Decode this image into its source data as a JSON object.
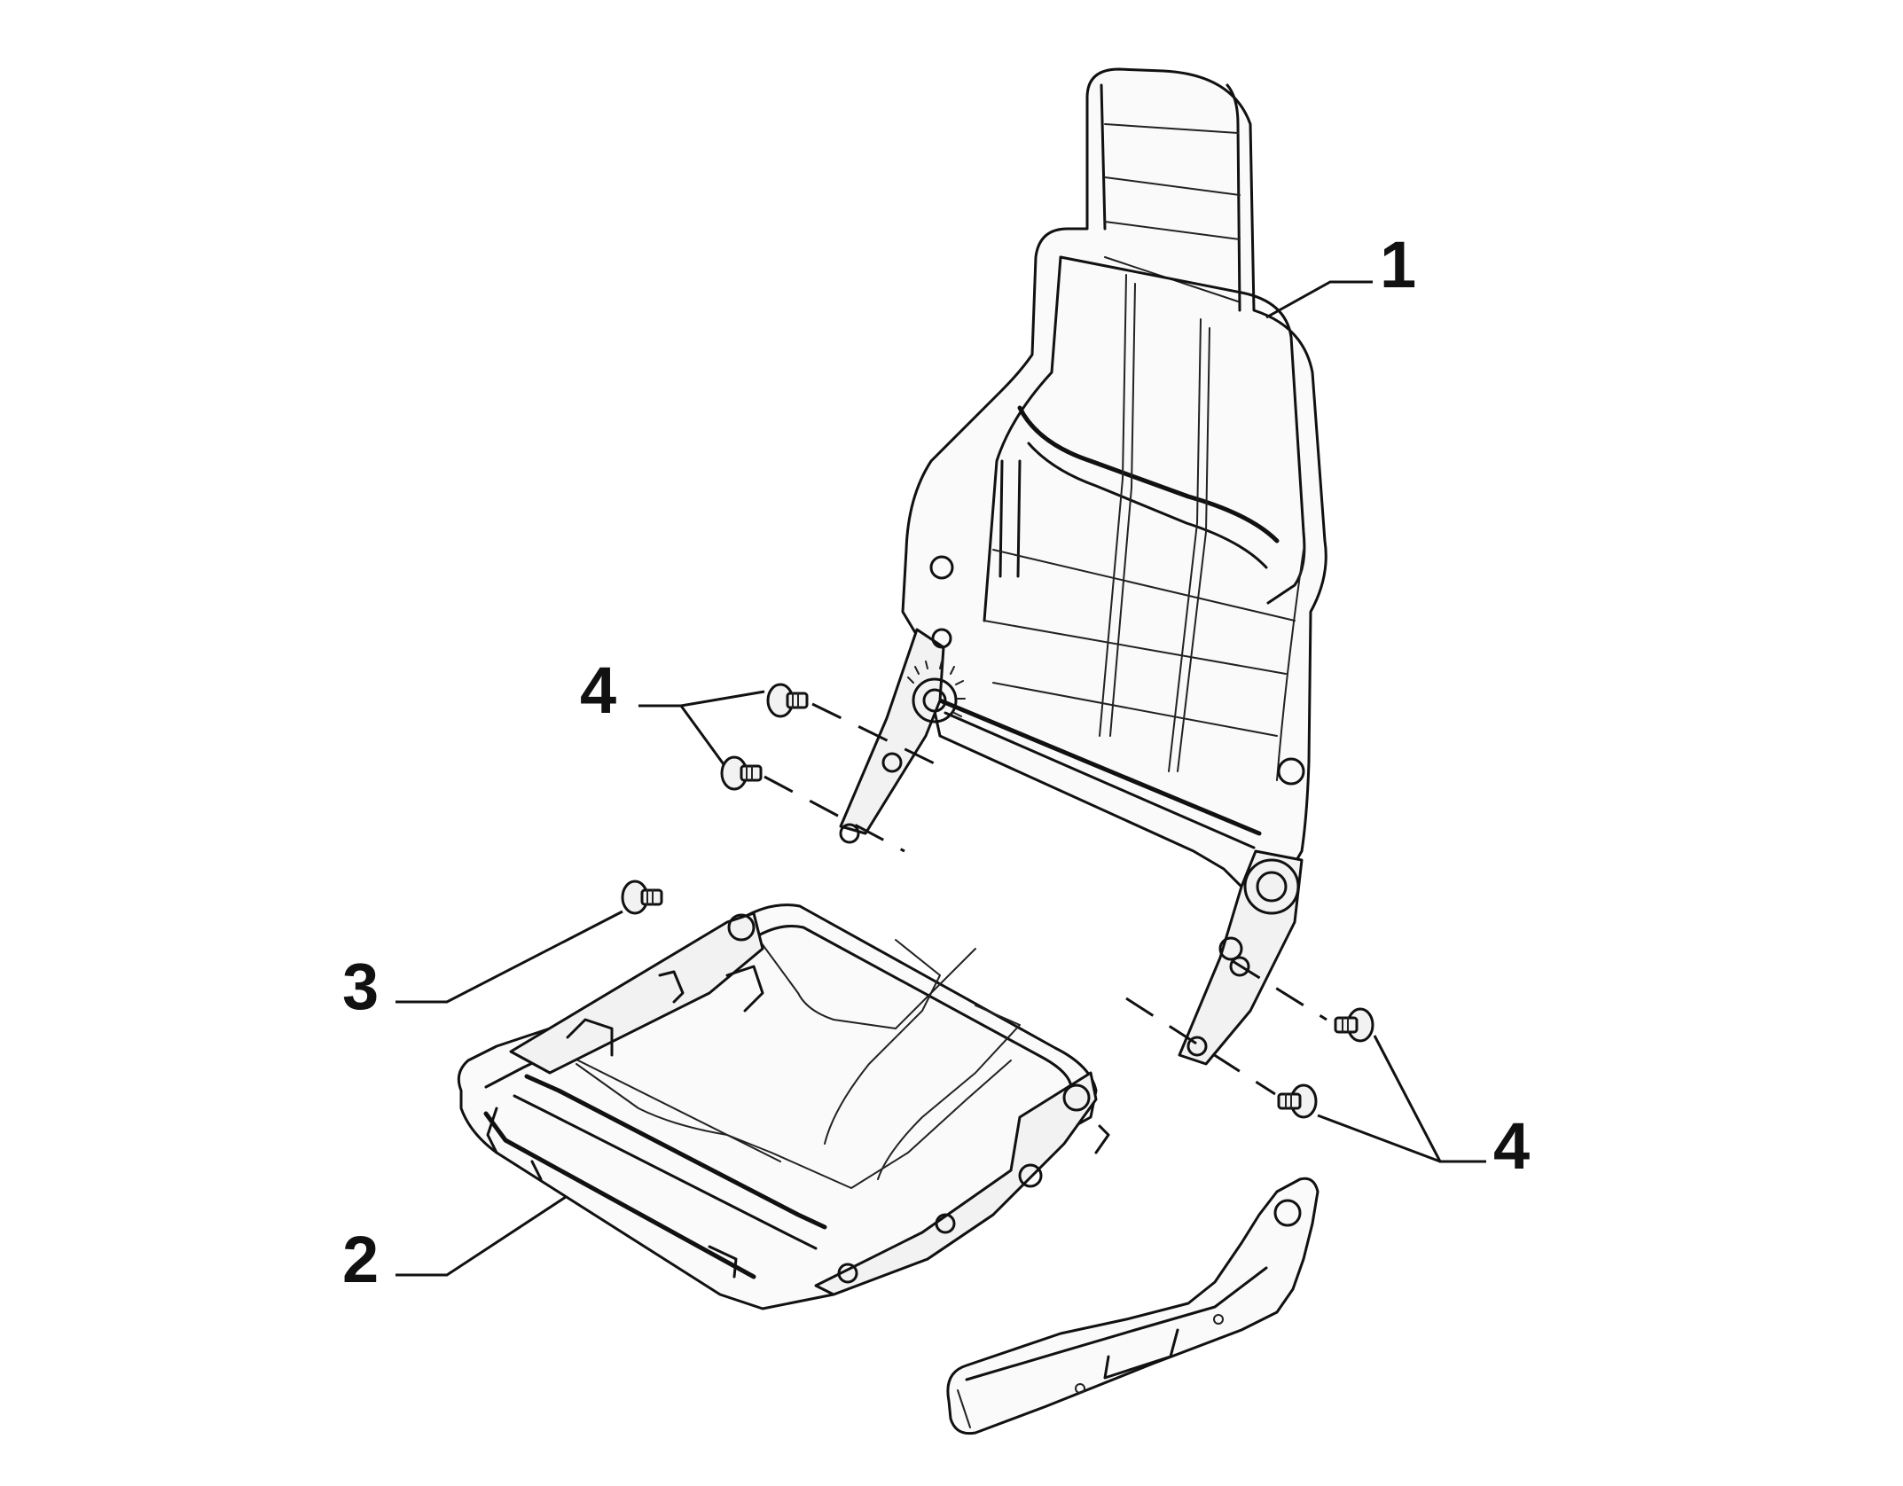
{
  "callouts": [
    {
      "id": "1",
      "label": "1"
    },
    {
      "id": "4a",
      "label": "4"
    },
    {
      "id": "3",
      "label": "3"
    },
    {
      "id": "2",
      "label": "2"
    },
    {
      "id": "4b",
      "label": "4"
    }
  ]
}
